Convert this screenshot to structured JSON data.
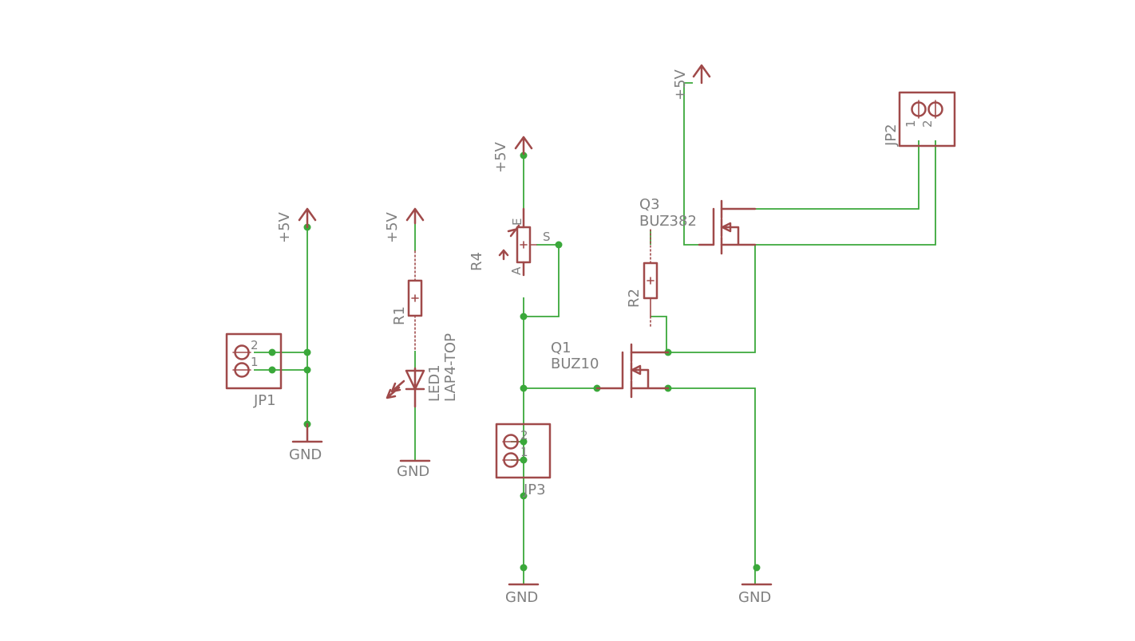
{
  "supply_label": "+5V",
  "ground_label": "GND",
  "components": {
    "jp1": {
      "ref": "JP1",
      "pin_top": "2",
      "pin_bottom": "1"
    },
    "jp2": {
      "ref": "JP2",
      "pin_left": "1",
      "pin_right": "2"
    },
    "jp3": {
      "ref": "JP3",
      "pin_top": "2",
      "pin_bottom": "1"
    },
    "r1": {
      "ref": "R1"
    },
    "r2": {
      "ref": "R2"
    },
    "r4": {
      "ref": "R4",
      "pin_e": "E",
      "pin_s": "S",
      "pin_a": "A"
    },
    "led1": {
      "ref": "LED1",
      "value": "LAP4-TOP"
    },
    "q1": {
      "ref": "Q1",
      "value": "BUZ10"
    },
    "q3": {
      "ref": "Q3",
      "value": "BUZ382"
    }
  },
  "colors": {
    "symbol": "#a04a4a",
    "wire": "#3aa83a",
    "text": "#808080",
    "background": "#ffffff"
  }
}
